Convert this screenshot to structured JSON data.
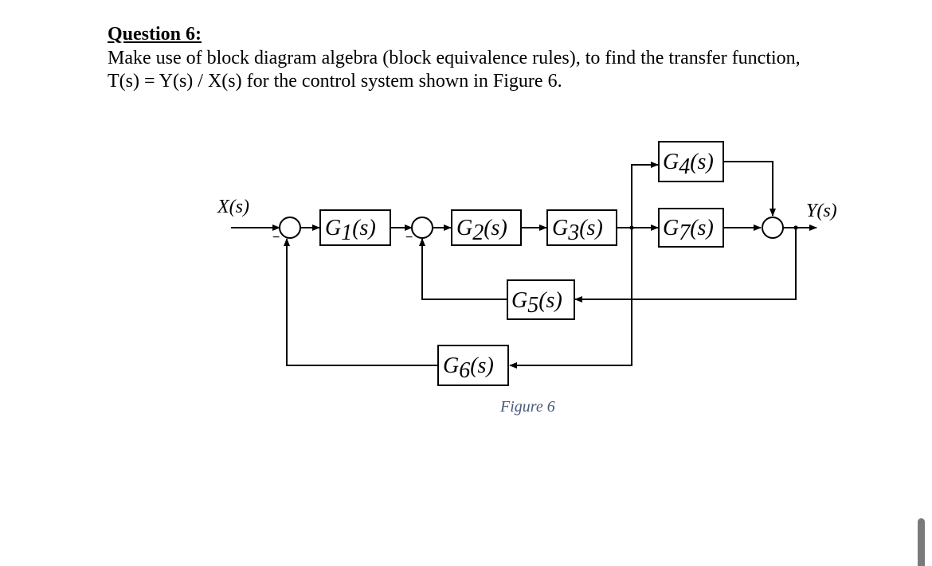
{
  "question": {
    "title": "Question 6:",
    "body_lines": [
      "Make use of block diagram algebra (block equivalence rules), to find the transfer function,",
      "T(s) = Y(s) / X(s) for the control system shown in Figure 6."
    ]
  },
  "figure": {
    "caption": "Figure 6",
    "input_label": "X(s)",
    "output_label": "Y(s)",
    "summing_junction_signs": [
      "−",
      "−"
    ],
    "blocks": [
      {
        "id": "G1",
        "base": "G",
        "sub": "1",
        "arg": "(s)"
      },
      {
        "id": "G2",
        "base": "G",
        "sub": "2",
        "arg": "(s)"
      },
      {
        "id": "G3",
        "base": "G",
        "sub": "3",
        "arg": "(s)"
      },
      {
        "id": "G4",
        "base": "G",
        "sub": "4",
        "arg": "(s)"
      },
      {
        "id": "G5",
        "base": "G",
        "sub": "5",
        "arg": "(s)"
      },
      {
        "id": "G6",
        "base": "G",
        "sub": "6",
        "arg": "(s)"
      },
      {
        "id": "G7",
        "base": "G",
        "sub": "7",
        "arg": "(s)"
      }
    ]
  }
}
